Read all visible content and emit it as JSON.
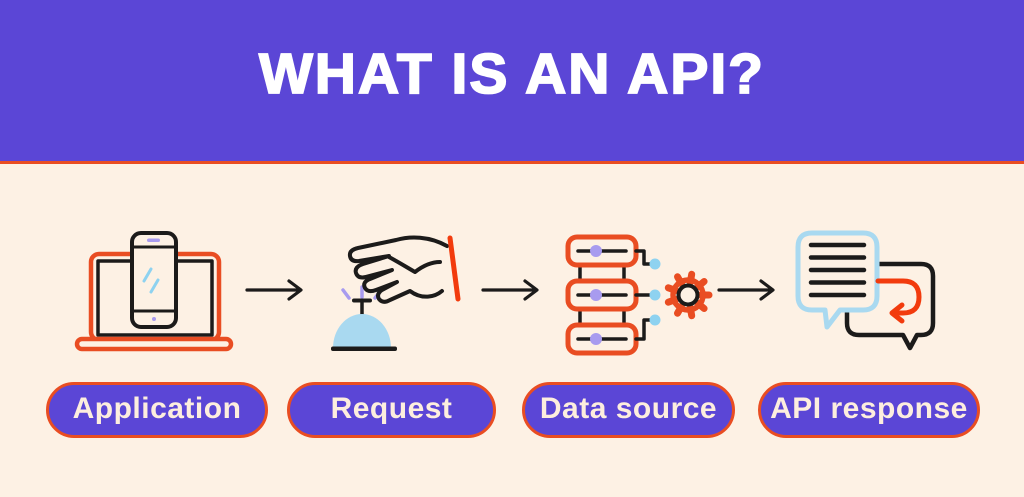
{
  "header": {
    "title": "WHAT IS AN API?"
  },
  "steps": [
    {
      "label": "Application",
      "icon": "laptop-phone-icon"
    },
    {
      "label": "Request",
      "icon": "hand-bell-icon"
    },
    {
      "label": "Data source",
      "icon": "server-gear-icon"
    },
    {
      "label": "API response",
      "icon": "chat-bubbles-icon"
    }
  ],
  "connector_icon": "arrow-right-icon",
  "colors": {
    "purple": "#5b46d6",
    "cream": "#fdf1e4",
    "orange": "#e94d22",
    "slash_red": "#f23b0d",
    "light_blue": "#a9d9f0",
    "sky": "#8ed2f0",
    "lavender": "#a89bef",
    "ink": "#1c1b1a",
    "pill_text": "#fdeede",
    "title_text": "#ffffff"
  }
}
